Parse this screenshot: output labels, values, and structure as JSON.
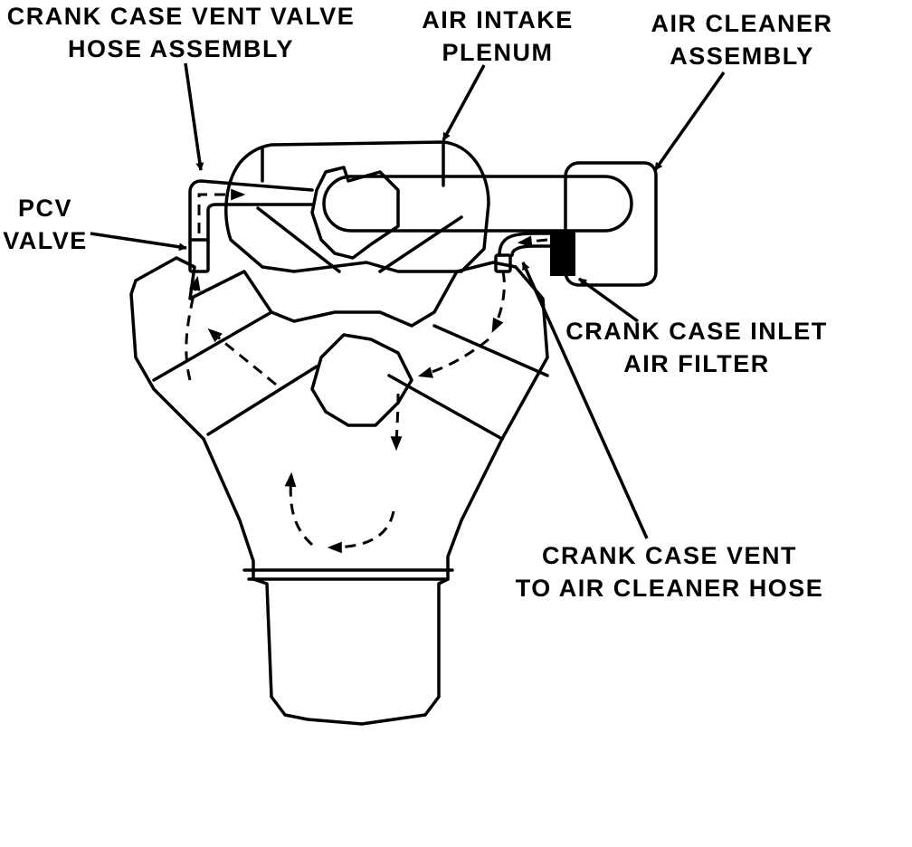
{
  "labels": {
    "crank_case_vent_valve_hose": [
      "CRANK CASE VENT VALVE",
      "HOSE ASSEMBLY"
    ],
    "air_intake_plenum": [
      "AIR INTAKE",
      "PLENUM"
    ],
    "air_cleaner_assembly": [
      "AIR CLEANER",
      "ASSEMBLY"
    ],
    "pcv_valve": [
      "PCV",
      "VALVE"
    ],
    "crank_case_inlet_air_filter": [
      "CRANK CASE INLET",
      "AIR FILTER"
    ],
    "crank_case_vent_to_air_cleaner_hose": [
      "CRANK CASE VENT",
      "TO AIR CLEANER HOSE"
    ]
  },
  "colors": {
    "ink": "#000000",
    "paper": "#ffffff"
  }
}
